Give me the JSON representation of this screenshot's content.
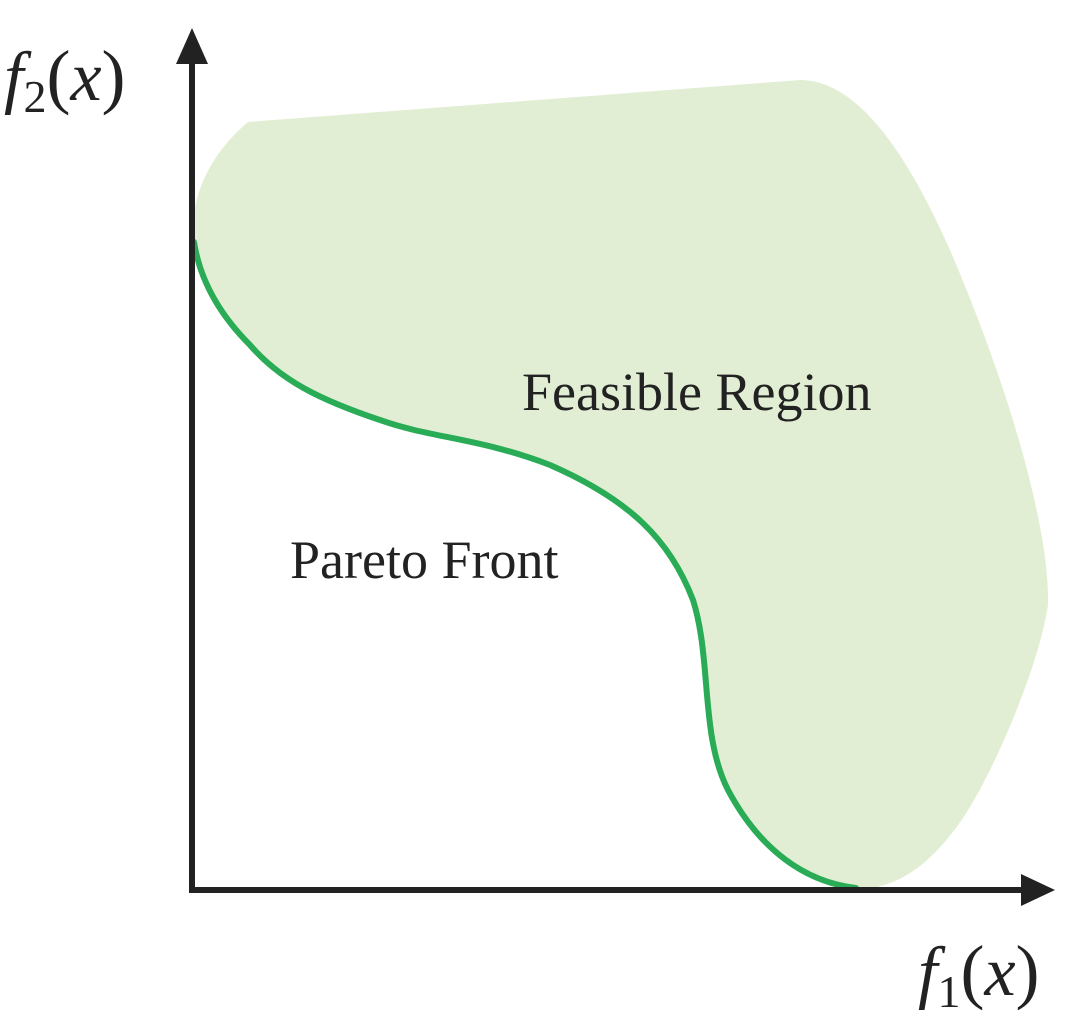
{
  "diagram": {
    "feasible_region_label": "Feasible Region",
    "pareto_front_label": "Pareto Front",
    "x_axis": {
      "func": "f",
      "sub": "1",
      "open": "(",
      "var": "x",
      "close": ")"
    },
    "y_axis": {
      "func": "f",
      "sub": "2",
      "open": "(",
      "var": "x",
      "close": ")"
    },
    "colors": {
      "feasible_fill": "#e1eed3",
      "pareto_line": "#2aac57",
      "axis": "#222222",
      "text": "#222222"
    }
  }
}
